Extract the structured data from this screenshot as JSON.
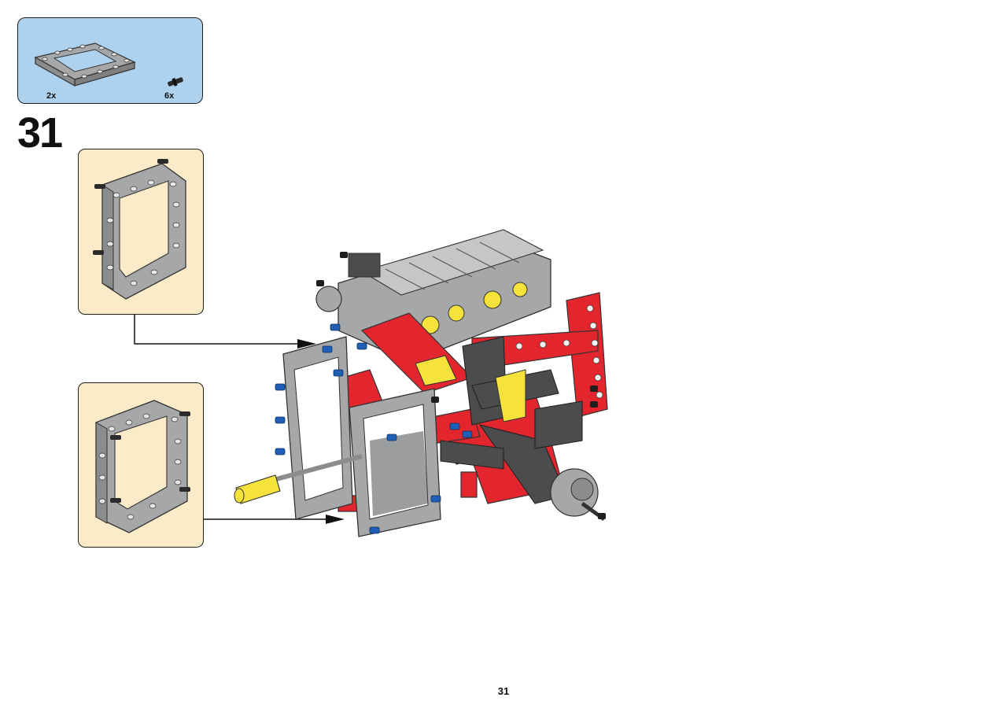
{
  "parts_list": {
    "items": [
      {
        "name": "frame-5x7",
        "quantity": "2x",
        "color": "#a5a7a9"
      },
      {
        "name": "friction-pin-black",
        "quantity": "6x",
        "color": "#2b2b2b"
      }
    ],
    "background": "#aed1ee"
  },
  "step": {
    "number": "31"
  },
  "subassembly_callouts": [
    {
      "name": "frame-with-pins-upper",
      "background": "#fcebc8"
    },
    {
      "name": "frame-with-pins-lower",
      "background": "#fcebc8"
    }
  ],
  "model": {
    "colors": {
      "red": "#e3262d",
      "light_gray": "#a5a7a9",
      "dark_gray": "#4a4c4e",
      "yellow": "#f5e23a",
      "blue": "#1f5fb5",
      "black": "#1e1e1e"
    }
  },
  "page": {
    "number": "31"
  }
}
